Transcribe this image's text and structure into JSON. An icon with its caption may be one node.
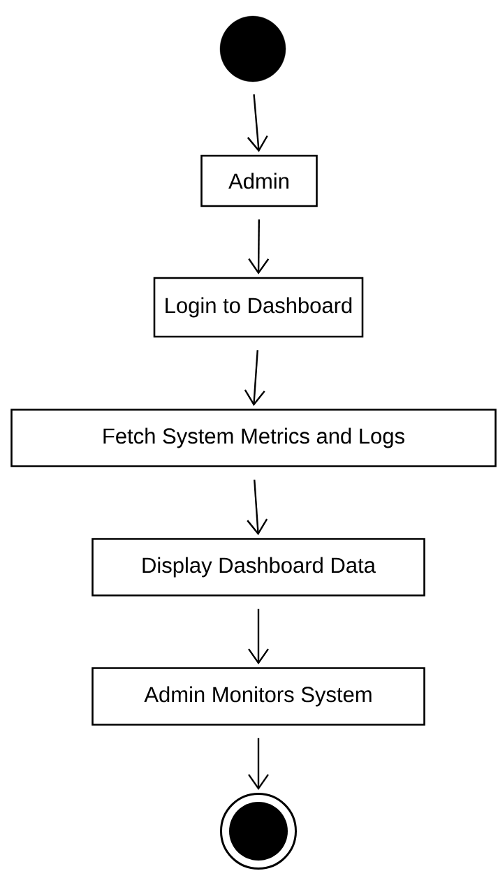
{
  "diagram": {
    "nodes": [
      {
        "text": [],
        "shape": "circle"
      },
      {
        "text": [
          "Admin"
        ]
      },
      {
        "text": [
          "Login to Dashboard"
        ]
      },
      {
        "text": [
          "Fetch System Metrics and Logs"
        ]
      },
      {
        "text": [
          "Display Dashboard Data"
        ]
      },
      {
        "text": [
          "Admin Monitors System"
        ]
      },
      {
        "text": [],
        "shape": "bullseye"
      }
    ],
    "edges": [
      {
        "from": 0,
        "to": 1,
        "arrow": "to"
      },
      {
        "from": 1,
        "to": 2,
        "arrow": "to"
      },
      {
        "from": 2,
        "to": 3,
        "arrow": "to"
      },
      {
        "from": 3,
        "to": 4,
        "arrow": "to"
      },
      {
        "from": 4,
        "to": 5,
        "arrow": "to"
      },
      {
        "from": 5,
        "to": 6,
        "arrow": "to"
      }
    ]
  }
}
